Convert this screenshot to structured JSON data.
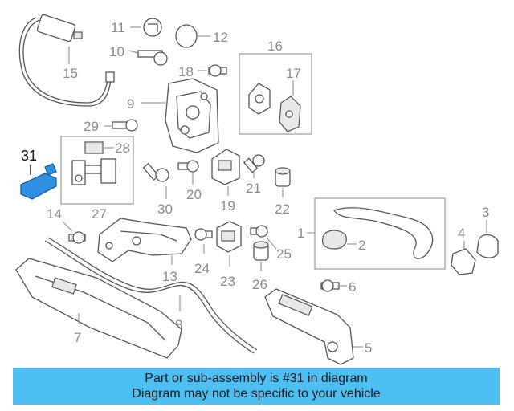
{
  "diagram": {
    "highlight_color": "#2f8fe0",
    "banner_color": "#4dbff2",
    "callouts": {
      "c1": "1",
      "c2": "2",
      "c3": "3",
      "c4": "4",
      "c5": "5",
      "c6": "6",
      "c7": "7",
      "c8": "8",
      "c9": "9",
      "c10": "10",
      "c11": "11",
      "c12": "12",
      "c13": "13",
      "c14": "14",
      "c15": "15",
      "c16": "16",
      "c17": "17",
      "c18": "18",
      "c19": "19",
      "c20": "20",
      "c21": "21",
      "c22": "22",
      "c23": "23",
      "c24": "24",
      "c25": "25",
      "c26": "26",
      "c27": "27",
      "c28": "28",
      "c29": "29",
      "c30": "30",
      "c31": "31"
    }
  },
  "banner": {
    "line1": "Part or sub-assembly is #31 in diagram",
    "line2": "Diagram may not be specific to your vehicle"
  }
}
